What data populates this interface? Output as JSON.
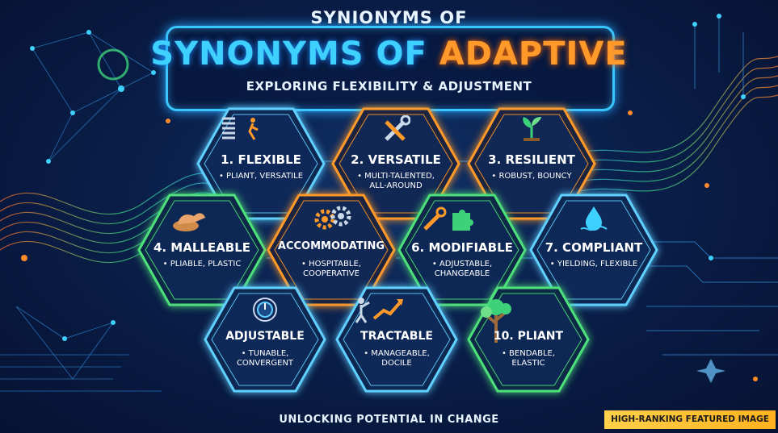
{
  "header": {
    "title_top": "SYNIONYMS OF",
    "title_part1": "SYNONYMS OF",
    "title_part2": "ADAPTIVE",
    "subtitle": "EXPLORING FLEXIBILITY & ADJUSTMENT"
  },
  "cards": [
    {
      "id": "flexible",
      "label": "1. FLEXIBLE",
      "desc": "• PLIANT, VERSATILE",
      "color": "#5fd0ff",
      "icon": "spring-figure-icon"
    },
    {
      "id": "versatile",
      "label": "2. VERSATILE",
      "desc": "• MULTI-TALENTED,\nALL-AROUND",
      "color": "#ff9a2a",
      "icon": "wrench-tools-icon"
    },
    {
      "id": "resilient",
      "label": "3. RESILIENT",
      "desc": "• ROBUST, BOUNCY",
      "color": "#ff9a2a",
      "icon": "plant-sprout-icon"
    },
    {
      "id": "malleable",
      "label": "4. MALLEABLE",
      "desc": "• PLIABLE, PLASTIC",
      "color": "#4ee07a",
      "icon": "clay-hand-icon"
    },
    {
      "id": "accommodating",
      "label": "ACCOMMODATING",
      "desc": "• HOSPITABLE,\nCOOPERATIVE",
      "color": "#ff9a2a",
      "icon": "gears-icon"
    },
    {
      "id": "modifiable",
      "label": "6. MODIFIABLE",
      "desc": "• ADJUSTABLE,\nCHANGEABLE",
      "color": "#4ee07a",
      "icon": "puzzle-wrench-icon"
    },
    {
      "id": "compliant",
      "label": "7. COMPLIANT",
      "desc": "• YIELDING, FLEXIBLE",
      "color": "#5fd0ff",
      "icon": "water-drop-icon"
    },
    {
      "id": "adjustable",
      "label": "ADJUSTABLE",
      "desc": "• TUNABLE,\nCONVERGENT",
      "color": "#5fd0ff",
      "icon": "dial-knob-icon"
    },
    {
      "id": "tractable",
      "label": "TRACTABLE",
      "desc": "• MANAGEABLE,\nDOCILE",
      "color": "#5fd0ff",
      "icon": "person-arrow-icon"
    },
    {
      "id": "pliant",
      "label": "10. PLIANT",
      "desc": "• BENDABLE,\nELASTIC",
      "color": "#4ee07a",
      "icon": "tree-icon"
    }
  ],
  "footer": {
    "tagline": "UNLOCKING POTENTIAL IN CHANGE",
    "badge": "HIGH-RANKING FEATURED IMAGE"
  }
}
